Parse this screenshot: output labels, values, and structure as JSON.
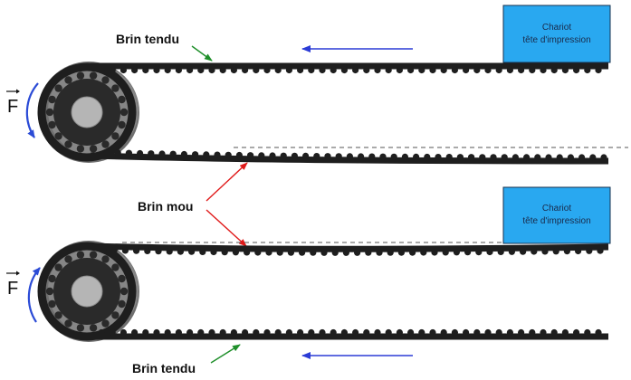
{
  "labels": {
    "tight_top": "Brin tendu",
    "slack": "Brin mou",
    "tight_bottom": "Brin tendu"
  },
  "carriage": {
    "line1": "Chariot",
    "line2": "tête d'impression"
  },
  "force": "F",
  "icons": {
    "belt_direction": "arrow-left",
    "rotation": "curved-arrow",
    "pulley": "toothed-pulley"
  },
  "colors": {
    "carriage_fill": "#29a8f0",
    "belt": "#1e1e1e",
    "pulley_body": "#7a7a7a",
    "hub": "#b5b5b5",
    "motion_arrow": "#2b3bd6",
    "rotation_arrow": "#2b4bd6",
    "tight_indicator": "#1f8f2a",
    "slack_indicator": "#e01a1a",
    "reference_line": "#555555"
  }
}
